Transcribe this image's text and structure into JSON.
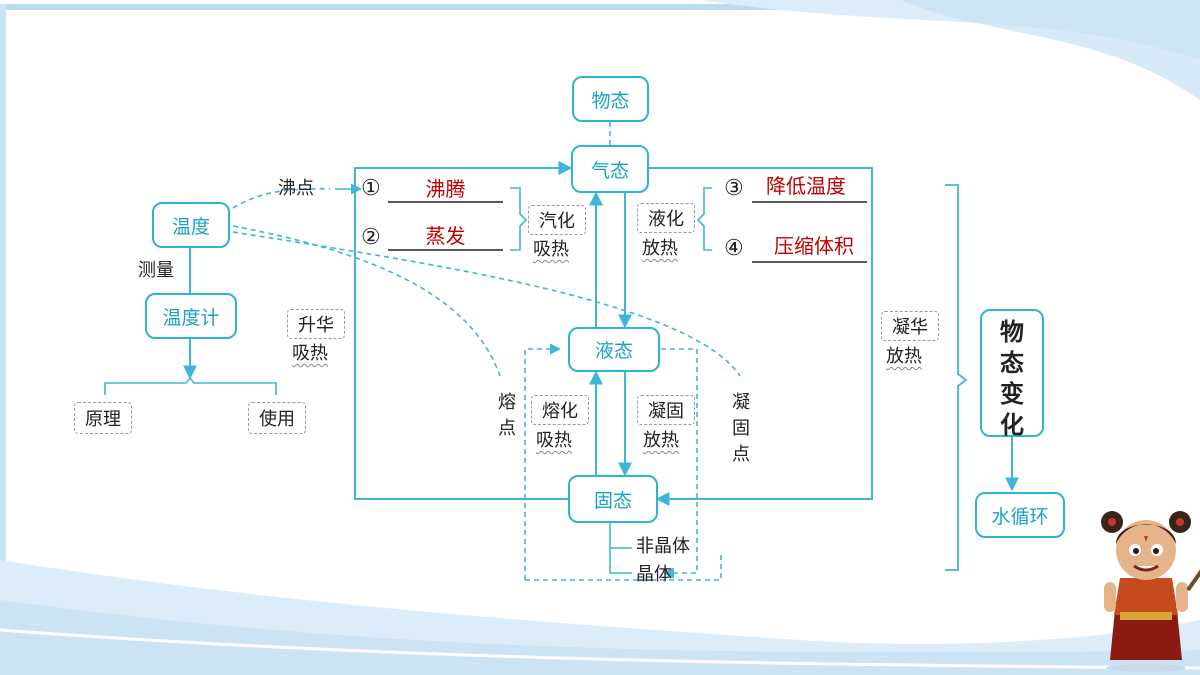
{
  "nodes": {
    "wutai": "物态",
    "qitai": "气态",
    "yetai": "液态",
    "gutai": "固态",
    "wendu": "温度",
    "wenduji": "温度计",
    "shuixunhuan": "水循环",
    "wutai_bianhua": [
      "物",
      "态",
      "变",
      "化"
    ]
  },
  "labels": {
    "feidian": "沸点",
    "celiang": "测量",
    "yuanli": "原理",
    "shiyong": "使用",
    "shenghua": [
      "升华",
      "吸热"
    ],
    "qihua": [
      "汽化",
      "吸热"
    ],
    "yehua": [
      "液化",
      "放热"
    ],
    "ronghua": [
      "熔化",
      "吸热"
    ],
    "ninggu": [
      "凝固",
      "放热"
    ],
    "ninghua": [
      "凝华",
      "放热"
    ],
    "rongdian": [
      "熔",
      "点"
    ],
    "ninggudian": [
      "凝",
      "固",
      "点"
    ],
    "feijingti": "非晶体",
    "jingti": "晶体"
  },
  "blanks": [
    {
      "num": "①",
      "answer": "沸腾"
    },
    {
      "num": "②",
      "answer": "蒸发"
    },
    {
      "num": "③",
      "answer": "降低温度"
    },
    {
      "num": "④",
      "answer": "压缩体积"
    }
  ],
  "colors": {
    "accent": "#2cb4d6",
    "node_text": "#1ba3c7",
    "answer": "#c00000",
    "line": "#3fb6d8"
  }
}
